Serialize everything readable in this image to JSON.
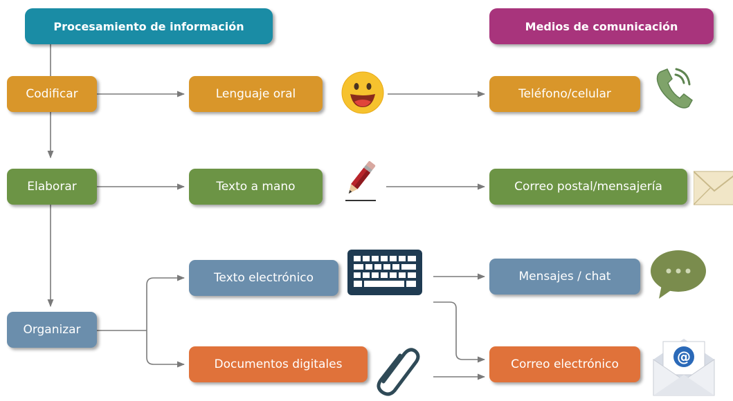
{
  "header_left": "Procesamiento de información",
  "header_right": "Medios de comunicación",
  "steps": {
    "codificar": "Codificar",
    "elaborar": "Elaborar",
    "organizar": "Organizar"
  },
  "channels": {
    "lenguaje_oral": "Lenguaje oral",
    "texto_mano": "Texto a mano",
    "texto_electronico": "Texto electrónico",
    "documentos_digitales": "Documentos digitales"
  },
  "media": {
    "telefono": "Teléfono/celular",
    "correo_postal": "Correo postal/mensajería",
    "mensajes": "Mensajes / chat",
    "correo_electronico": "Correo electrónico"
  },
  "colors": {
    "teal": "#1a8ca5",
    "magenta": "#a8347c",
    "orange_yellow": "#d9962a",
    "green": "#6c9445",
    "steel_blue": "#6b8eac",
    "orange": "#e0723a",
    "line": "#7a7a7a"
  },
  "icons": [
    "smiley-icon",
    "pencil-icon",
    "keyboard-icon",
    "paperclip-icon",
    "phone-icon",
    "envelope-icon",
    "chat-bubble-icon",
    "email-icon"
  ]
}
